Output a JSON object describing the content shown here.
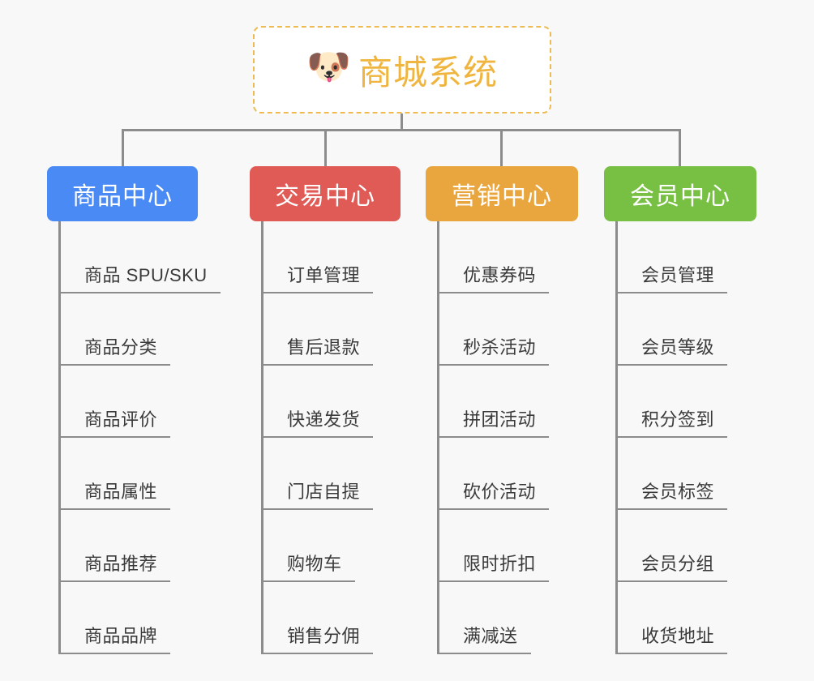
{
  "background_color": "#f8f8f8",
  "root": {
    "icon": "dog-face-emoji",
    "icon_glyph": "🐶",
    "title": "商城系统",
    "border_color": "#edbb52",
    "text_color": "#efb53f",
    "background_color": "#ffffff"
  },
  "connector_color": "#8c8c8c",
  "categories": [
    {
      "label": "商品中心",
      "color": "#4a8af4",
      "items": [
        "商品 SPU/SKU",
        "商品分类",
        "商品评价",
        "商品属性",
        "商品推荐",
        "商品品牌"
      ]
    },
    {
      "label": "交易中心",
      "color": "#e05a56",
      "items": [
        "订单管理",
        "售后退款",
        "快递发货",
        "门店自提",
        "购物车",
        "销售分佣"
      ]
    },
    {
      "label": "营销中心",
      "color": "#eaa63e",
      "items": [
        "优惠券码",
        "秒杀活动",
        "拼团活动",
        "砍价活动",
        "限时折扣",
        "满减送"
      ]
    },
    {
      "label": "会员中心",
      "color": "#78c043",
      "items": [
        "会员管理",
        "会员等级",
        "积分签到",
        "会员标签",
        "会员分组",
        "收货地址"
      ]
    }
  ]
}
